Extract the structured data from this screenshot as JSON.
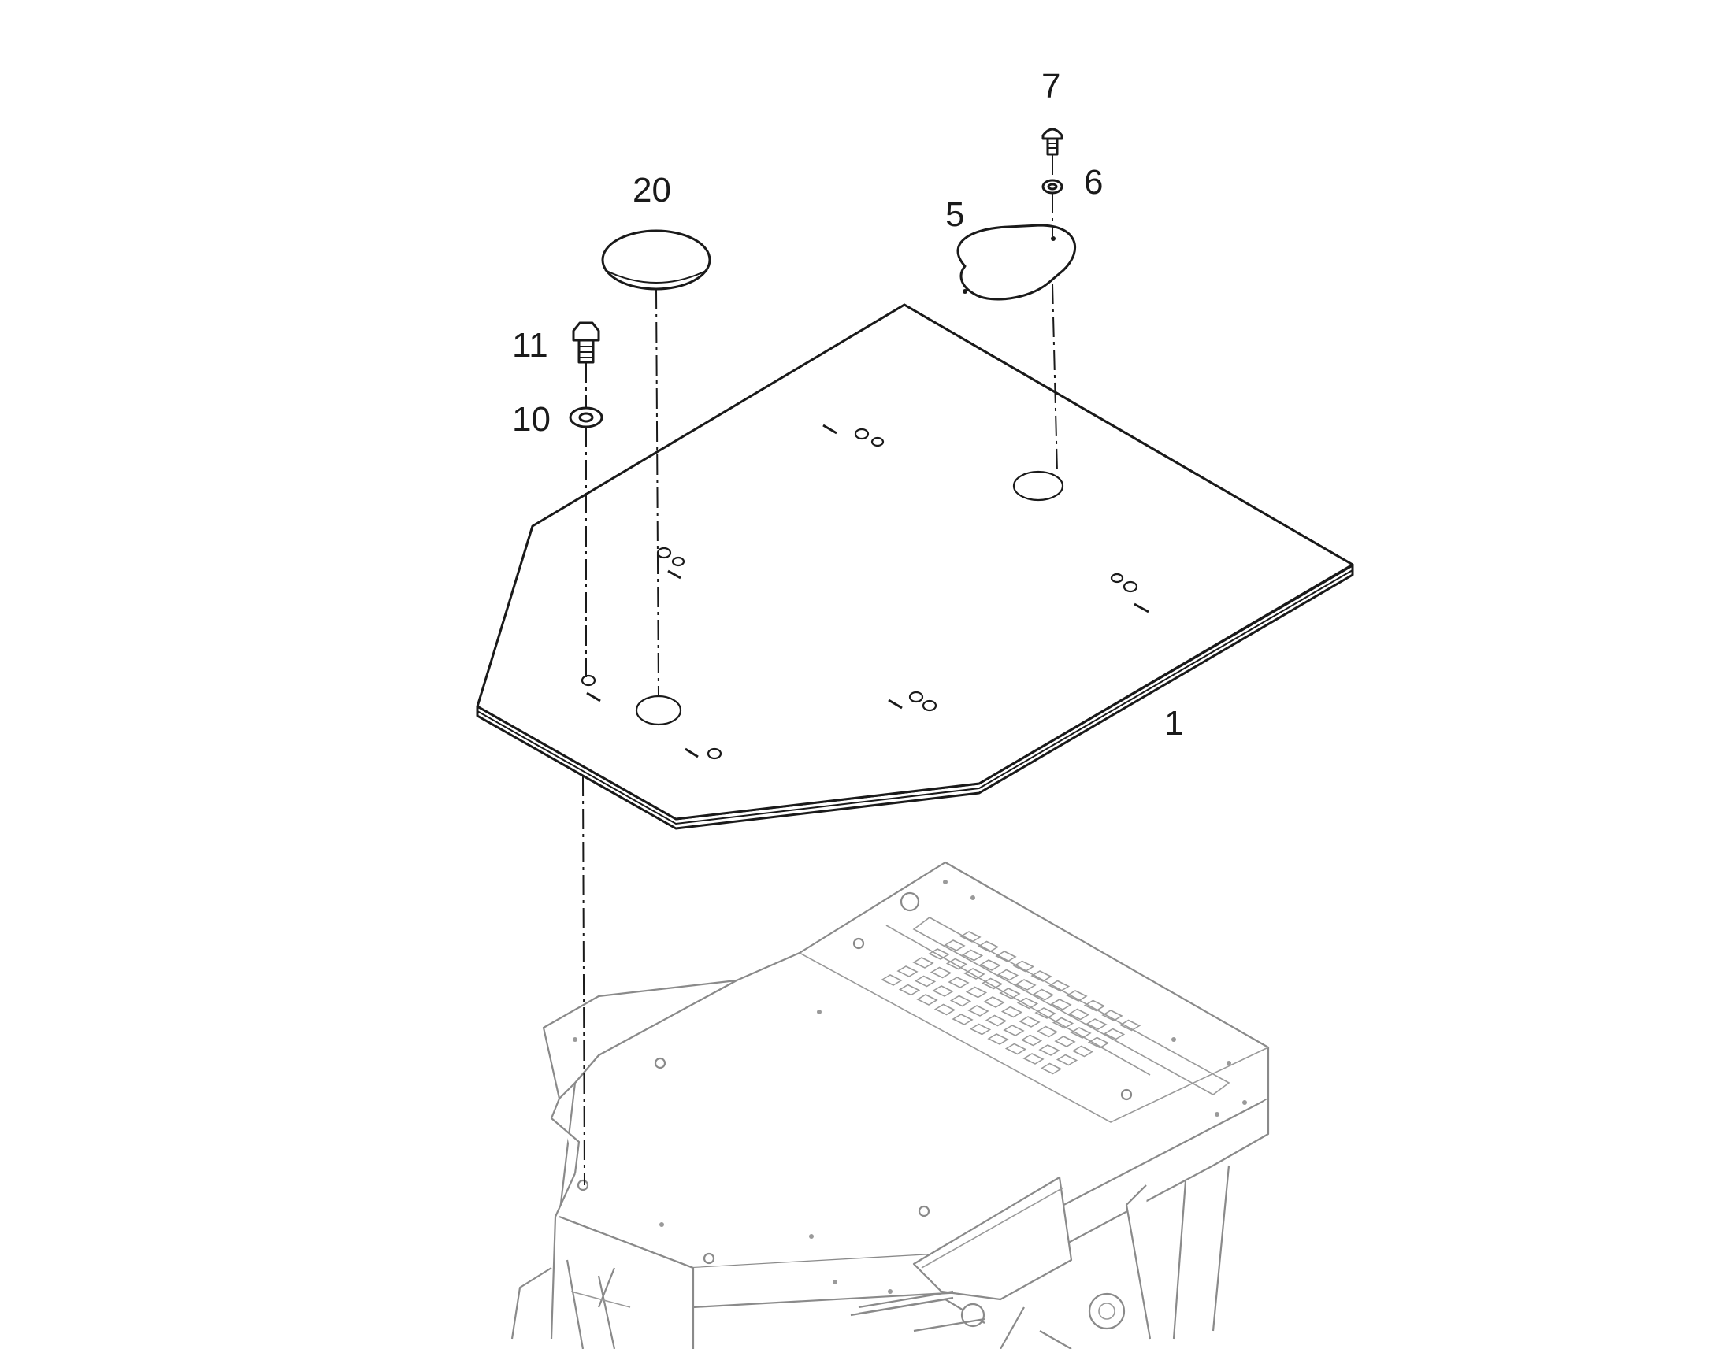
{
  "diagram": {
    "callouts": [
      {
        "id": "part-1",
        "label": "1"
      },
      {
        "id": "part-5",
        "label": "5"
      },
      {
        "id": "part-6",
        "label": "6"
      },
      {
        "id": "part-7",
        "label": "7"
      },
      {
        "id": "part-10",
        "label": "10"
      },
      {
        "id": "part-11",
        "label": "11"
      },
      {
        "id": "part-20",
        "label": "20"
      }
    ],
    "colors": {
      "line": "#1a1a1a",
      "machine_line": "#8a8a8a",
      "background": "#ffffff"
    }
  }
}
